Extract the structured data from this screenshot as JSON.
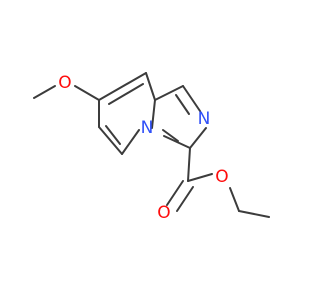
{
  "molecule": {
    "atoms": {
      "methoxy_oxygen": {
        "label": "O",
        "color": "#ff0d0d"
      },
      "bridgehead_nitrogen": {
        "label": "N",
        "color": "#3050f8"
      },
      "imidazole_nitrogen": {
        "label": "N",
        "color": "#3050f8"
      },
      "carbonyl_oxygen": {
        "label": "O",
        "color": "#ff0d0d"
      },
      "ester_oxygen": {
        "label": "O",
        "color": "#ff0d0d"
      }
    },
    "bond_color": "#3c3c3c"
  }
}
